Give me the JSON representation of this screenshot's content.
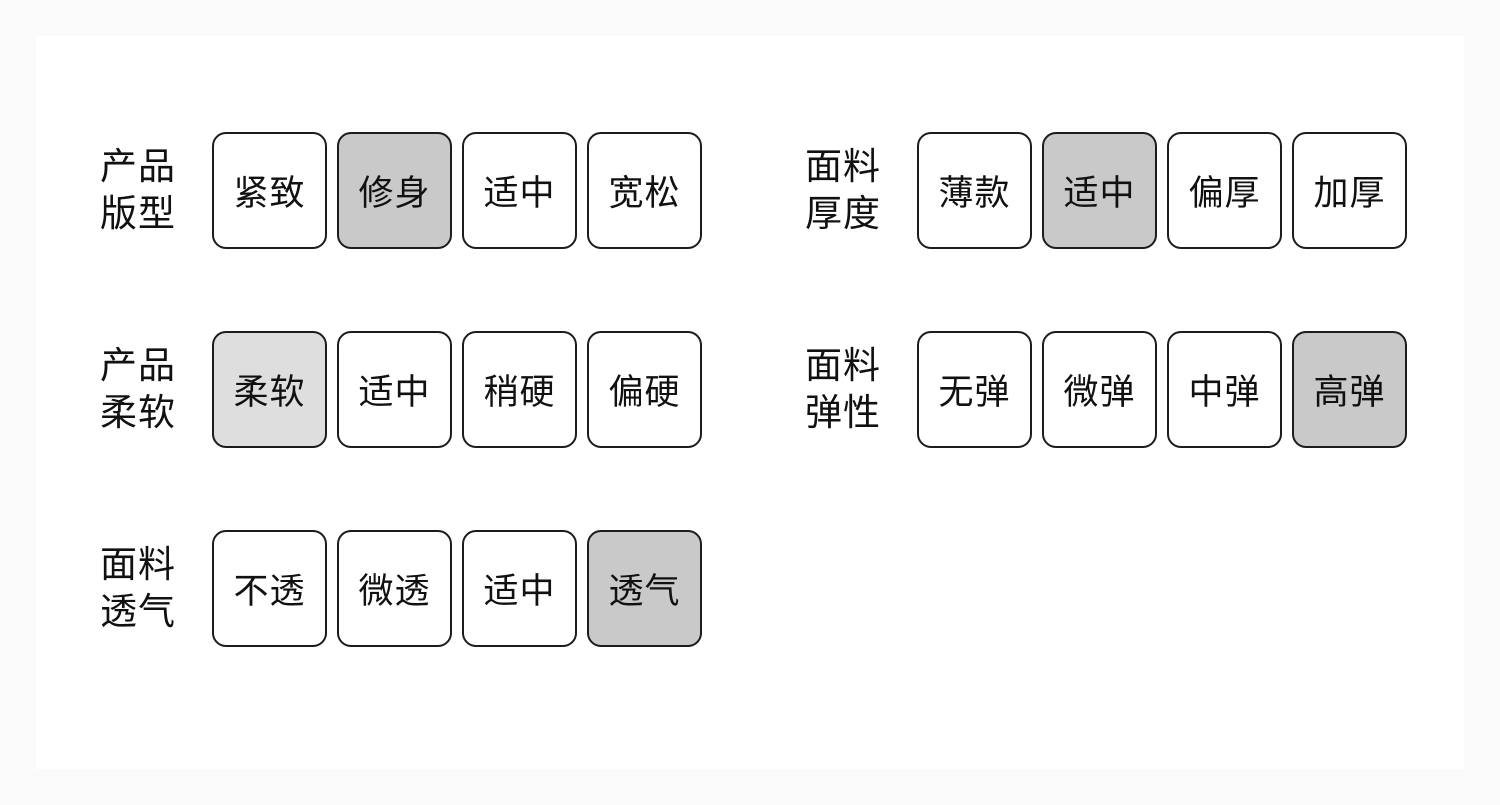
{
  "page": {
    "background_color": "#fafafa",
    "card_background_color": "#ffffff"
  },
  "colors": {
    "tile_border": "#1c1c1c",
    "tile_text": "#111111",
    "selected_fill": "#c9c9c9",
    "selected_fill_light": "#dedede"
  },
  "columns": [
    {
      "groups": [
        {
          "label": "产品版型",
          "label_lines": [
            "产品",
            "版型"
          ],
          "options": [
            {
              "label": "紧致",
              "selected": false
            },
            {
              "label": "修身",
              "selected": true,
              "fill": "#c9c9c9"
            },
            {
              "label": "适中",
              "selected": false
            },
            {
              "label": "宽松",
              "selected": false
            }
          ]
        },
        {
          "label": "产品柔软",
          "label_lines": [
            "产品",
            "柔软"
          ],
          "options": [
            {
              "label": "柔软",
              "selected": true,
              "fill": "#dedede"
            },
            {
              "label": "适中",
              "selected": false
            },
            {
              "label": "稍硬",
              "selected": false
            },
            {
              "label": "偏硬",
              "selected": false
            }
          ]
        },
        {
          "label": "面料透气",
          "label_lines": [
            "面料",
            "透气"
          ],
          "options": [
            {
              "label": "不透",
              "selected": false
            },
            {
              "label": "微透",
              "selected": false
            },
            {
              "label": "适中",
              "selected": false
            },
            {
              "label": "透气",
              "selected": true,
              "fill": "#c9c9c9"
            }
          ]
        }
      ]
    },
    {
      "groups": [
        {
          "label": "面料厚度",
          "label_lines": [
            "面料",
            "厚度"
          ],
          "options": [
            {
              "label": "薄款",
              "selected": false
            },
            {
              "label": "适中",
              "selected": true,
              "fill": "#c9c9c9"
            },
            {
              "label": "偏厚",
              "selected": false
            },
            {
              "label": "加厚",
              "selected": false
            }
          ]
        },
        {
          "label": "面料弹性",
          "label_lines": [
            "面料",
            "弹性"
          ],
          "options": [
            {
              "label": "无弹",
              "selected": false
            },
            {
              "label": "微弹",
              "selected": false
            },
            {
              "label": "中弹",
              "selected": false
            },
            {
              "label": "高弹",
              "selected": true,
              "fill": "#c9c9c9"
            }
          ]
        }
      ]
    }
  ]
}
